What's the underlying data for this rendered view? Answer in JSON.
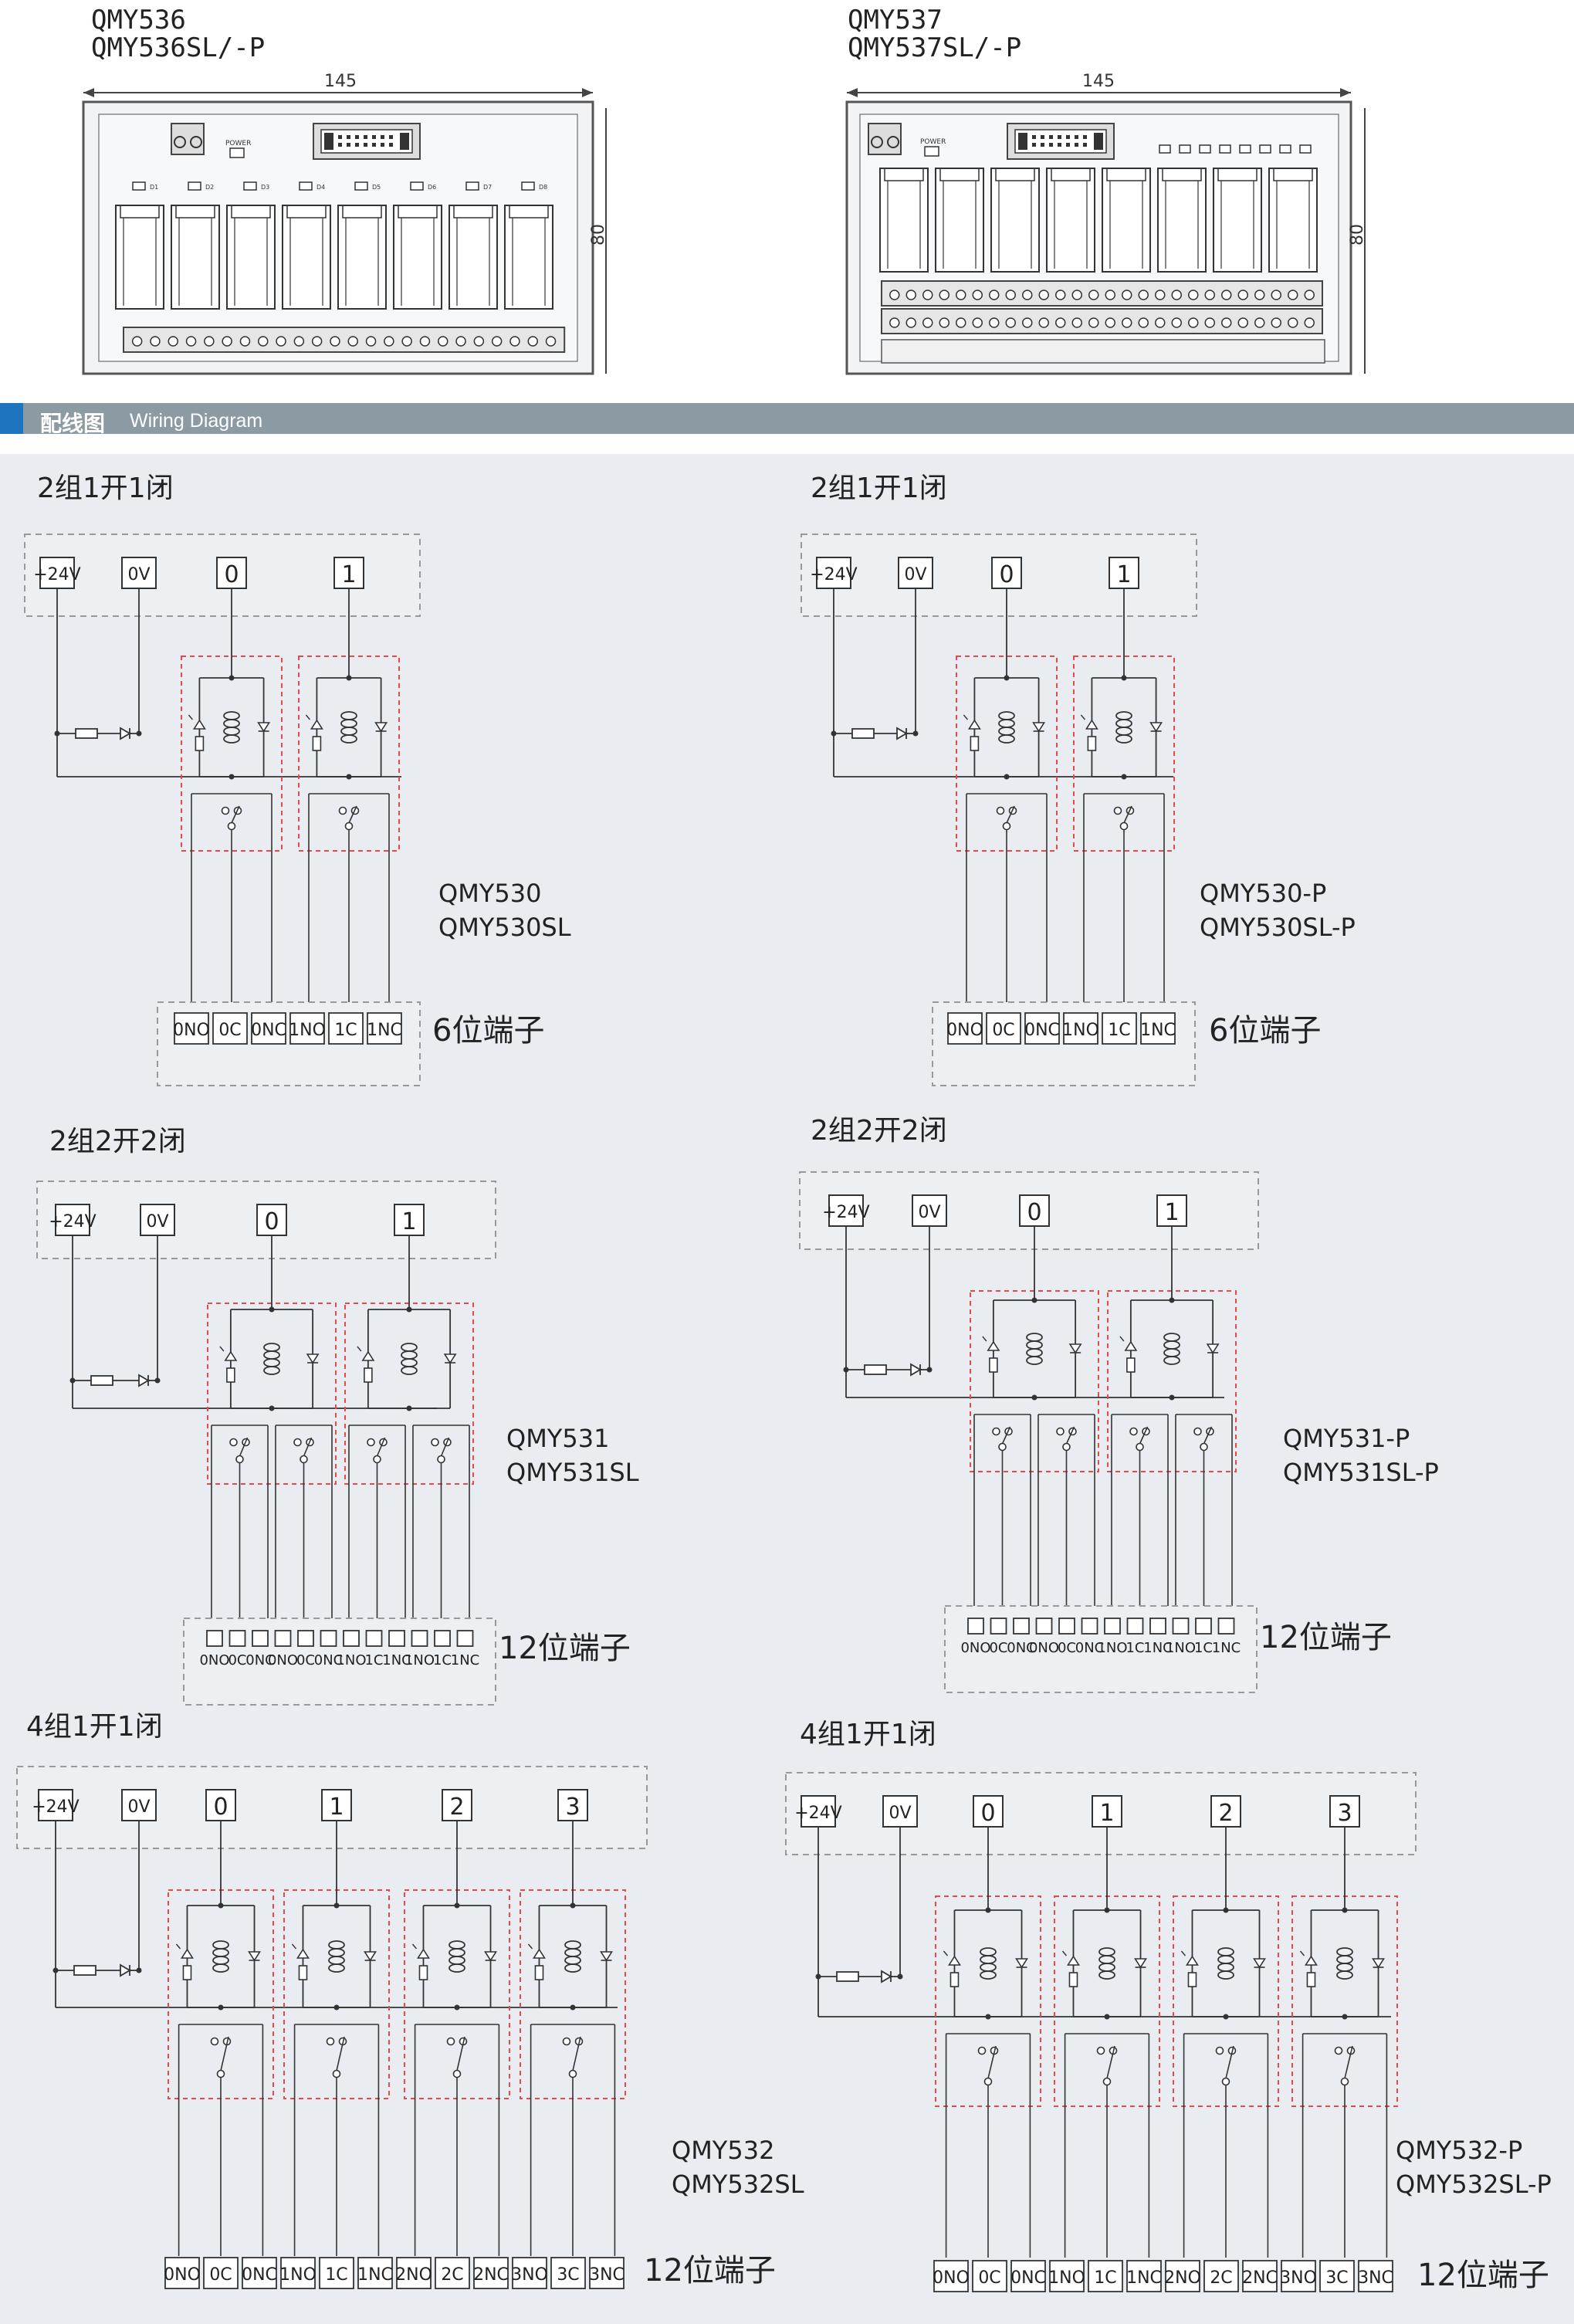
{
  "models": {
    "left": {
      "line1": "QMY536",
      "line2": "QMY536SL/-P",
      "width_dim": "145",
      "height_dim": "80",
      "power_label": "POWER",
      "led_labels": [
        "D1",
        "D2",
        "D3",
        "D4",
        "D5",
        "D6",
        "D7",
        "D8"
      ]
    },
    "right": {
      "line1": "QMY537",
      "line2": "QMY537SL/-P",
      "width_dim": "145",
      "height_dim": "80",
      "power_label": "POWER"
    }
  },
  "section": {
    "title_cn": "配线图",
    "title_en": "Wiring Diagram"
  },
  "diagrams": [
    {
      "heading": "2组1开1闭",
      "supply": [
        "+24V",
        "0V"
      ],
      "channels": [
        "0",
        "1"
      ],
      "models": [
        "QMY530",
        "QMY530SL"
      ],
      "terminal_label": "6位端子",
      "terminals": [
        "0NO",
        "0C",
        "0NC",
        "1NO",
        "1C",
        "1NC"
      ]
    },
    {
      "heading": "2组1开1闭",
      "supply": [
        "+24V",
        "0V"
      ],
      "channels": [
        "0",
        "1"
      ],
      "models": [
        "QMY530-P",
        "QMY530SL-P"
      ],
      "terminal_label": "6位端子",
      "terminals": [
        "0NO",
        "0C",
        "0NC",
        "1NO",
        "1C",
        "1NC"
      ]
    },
    {
      "heading": "2组2开2闭",
      "supply": [
        "+24V",
        "0V"
      ],
      "channels": [
        "0",
        "1"
      ],
      "models": [
        "QMY531",
        "QMY531SL"
      ],
      "terminal_label": "12位端子",
      "terminals": [
        "0NO",
        "0C",
        "0NC",
        "0NO",
        "0C",
        "0NC",
        "1NO",
        "1C",
        "1NC",
        "1NO",
        "1C",
        "1NC"
      ]
    },
    {
      "heading": "2组2开2闭",
      "supply": [
        "+24V",
        "0V"
      ],
      "channels": [
        "0",
        "1"
      ],
      "models": [
        "QMY531-P",
        "QMY531SL-P"
      ],
      "terminal_label": "12位端子",
      "terminals": [
        "0NO",
        "0C",
        "0NC",
        "0NO",
        "0C",
        "0NC",
        "1NO",
        "1C",
        "1NC",
        "1NO",
        "1C",
        "1NC"
      ]
    },
    {
      "heading": "4组1开1闭",
      "supply": [
        "+24V",
        "0V"
      ],
      "channels": [
        "0",
        "1",
        "2",
        "3"
      ],
      "models": [
        "QMY532",
        "QMY532SL"
      ],
      "terminal_label": "12位端子",
      "terminals": [
        "0NO",
        "0C",
        "0NC",
        "1NO",
        "1C",
        "1NC",
        "2NO",
        "2C",
        "2NC",
        "3NO",
        "3C",
        "3NC"
      ]
    },
    {
      "heading": "4组1开1闭",
      "supply": [
        "+24V",
        "0V"
      ],
      "channels": [
        "0",
        "1",
        "2",
        "3"
      ],
      "models": [
        "QMY532-P",
        "QMY532SL-P"
      ],
      "terminal_label": "12位端子",
      "terminals": [
        "0NO",
        "0C",
        "0NC",
        "1NO",
        "1C",
        "1NC",
        "2NO",
        "2C",
        "2NC",
        "3NO",
        "3C",
        "3NC"
      ]
    }
  ]
}
